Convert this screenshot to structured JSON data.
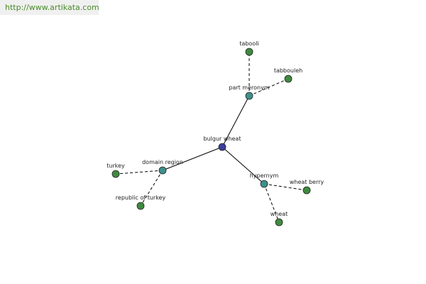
{
  "header": {
    "url": "http://www.artikata.com"
  },
  "graph": {
    "colors": {
      "root": "#3b3f9a",
      "relation": "#3e8f8c",
      "leaf": "#3f8a3f",
      "stroke": "#222222"
    },
    "nodes": [
      {
        "id": "bulgur",
        "label": "bulgur wheat",
        "kind": "root"
      },
      {
        "id": "part_meronym",
        "label": "part meronym",
        "kind": "relation"
      },
      {
        "id": "tabooli",
        "label": "tabooli",
        "kind": "leaf"
      },
      {
        "id": "tabbouleh",
        "label": "tabbouleh",
        "kind": "leaf"
      },
      {
        "id": "domain_region",
        "label": "domain region",
        "kind": "relation"
      },
      {
        "id": "turkey",
        "label": "turkey",
        "kind": "leaf"
      },
      {
        "id": "republic_of_turkey",
        "label": "republic of turkey",
        "kind": "leaf"
      },
      {
        "id": "hypernym",
        "label": "hypernym",
        "kind": "relation"
      },
      {
        "id": "wheat_berry",
        "label": "wheat berry",
        "kind": "leaf"
      },
      {
        "id": "wheat",
        "label": "wheat",
        "kind": "leaf"
      }
    ],
    "edges": [
      {
        "from": "bulgur",
        "to": "part_meronym",
        "style": "solid"
      },
      {
        "from": "bulgur",
        "to": "domain_region",
        "style": "solid"
      },
      {
        "from": "bulgur",
        "to": "hypernym",
        "style": "solid"
      },
      {
        "from": "part_meronym",
        "to": "tabooli",
        "style": "dashed"
      },
      {
        "from": "part_meronym",
        "to": "tabbouleh",
        "style": "dashed"
      },
      {
        "from": "domain_region",
        "to": "turkey",
        "style": "dashed"
      },
      {
        "from": "domain_region",
        "to": "republic_of_turkey",
        "style": "dashed"
      },
      {
        "from": "hypernym",
        "to": "wheat_berry",
        "style": "dashed"
      },
      {
        "from": "hypernym",
        "to": "wheat",
        "style": "dashed"
      }
    ]
  }
}
